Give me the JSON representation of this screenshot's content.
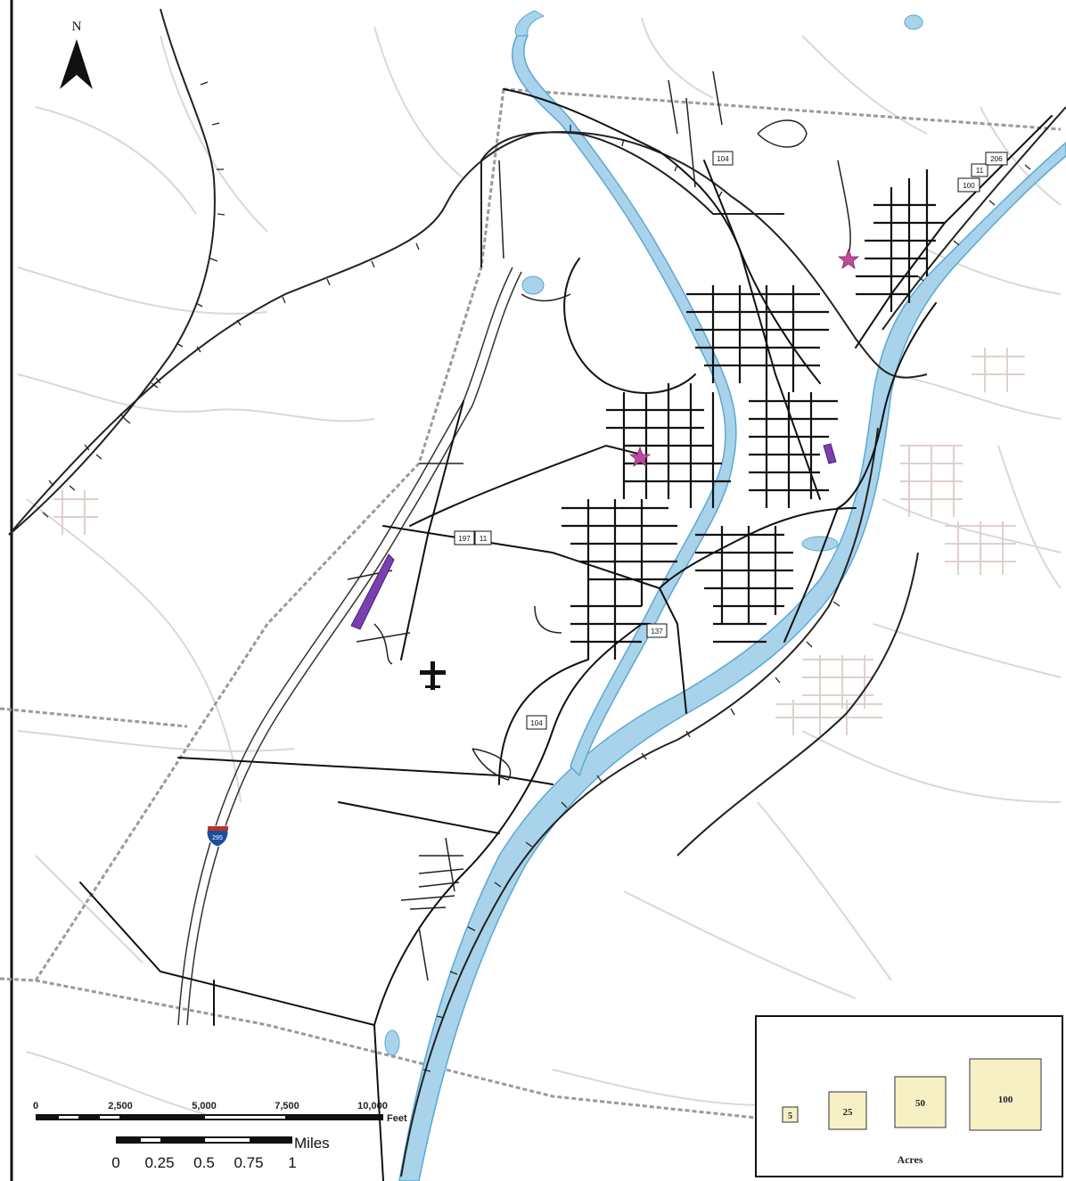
{
  "north_arrow": {
    "label": "N"
  },
  "highway_shields": [
    {
      "id": "104-north",
      "text": "104"
    },
    {
      "id": "100",
      "text": "100"
    },
    {
      "id": "11-ne",
      "text": "11"
    },
    {
      "id": "206",
      "text": "206"
    },
    {
      "id": "197",
      "text": "197"
    },
    {
      "id": "11-mid",
      "text": "11"
    },
    {
      "id": "137",
      "text": "137"
    },
    {
      "id": "104-south",
      "text": "104"
    },
    {
      "id": "interstate",
      "text": "295"
    }
  ],
  "scale_bar_feet": {
    "ticks": [
      "0",
      "2,500",
      "5,000",
      "7,500",
      "10,000"
    ],
    "unit": "Feet"
  },
  "scale_bar_miles": {
    "ticks": [
      "0",
      "0.25",
      "0.5",
      "0.75",
      "1"
    ],
    "unit": "Miles"
  },
  "legend": {
    "title": "Acres",
    "items": [
      {
        "label": "5",
        "value": 5
      },
      {
        "label": "25",
        "value": 25
      },
      {
        "label": "50",
        "value": 50
      },
      {
        "label": "100",
        "value": 100
      }
    ],
    "fill": "#f7f0c4"
  },
  "colors": {
    "river": "#a9d3ea",
    "river_edge": "#5aa8d4",
    "road": "#111111",
    "background_road": "#d8d8d8",
    "boundary": "#9a9a9a",
    "site_star": "#c04a9a",
    "site_parcel": "#7a3fb0"
  }
}
